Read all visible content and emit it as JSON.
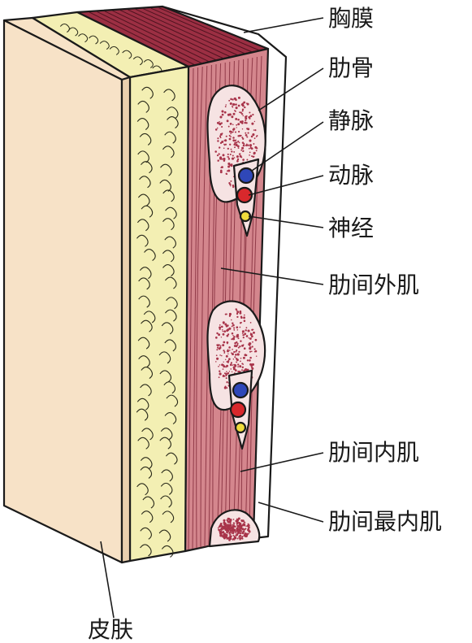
{
  "labels": {
    "pleura": "胸膜",
    "rib": "肋骨",
    "vein": "静脉",
    "artery": "动脉",
    "nerve": "神经",
    "external_intercostal": "肋间外肌",
    "internal_intercostal": "肋间内肌",
    "innermost_intercostal": "肋间最内肌",
    "skin": "皮肤"
  },
  "colors": {
    "skin": "#f7e2c7",
    "skin_side": "#e9cfae",
    "fat": "#f3efb3",
    "muscle": "#d4868d",
    "muscle_top": "#9c2f43",
    "bone": "#f6e3e3",
    "marrow": "#a8344a",
    "vein": "#2f47b8",
    "artery": "#d8282c",
    "nerve": "#f0dc3c",
    "pleura": "#ffffff",
    "outline": "#1a1a1a"
  }
}
